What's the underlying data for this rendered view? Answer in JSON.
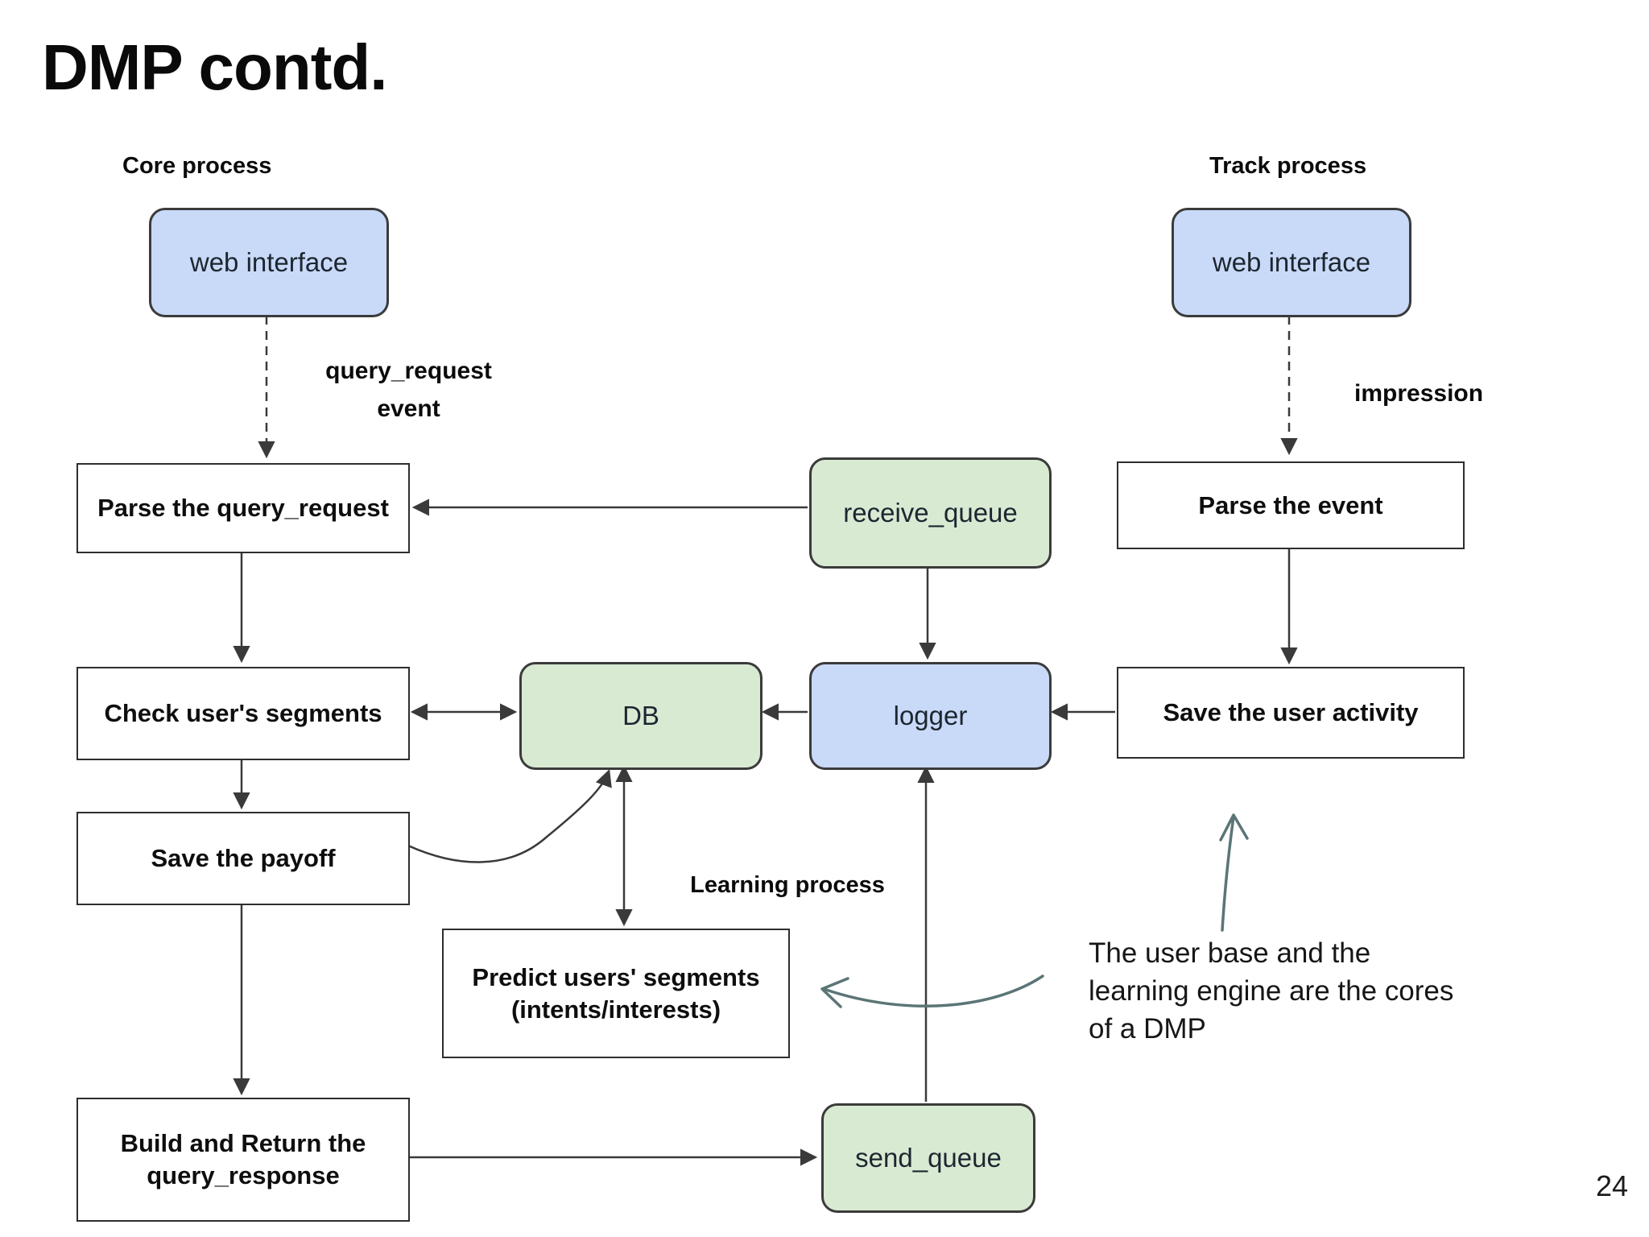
{
  "slide": {
    "title": "DMP contd.",
    "page_number": "24",
    "colors": {
      "process_box_fill": "#ffffff",
      "interface_box_fill": "#c9daf8",
      "queue_box_fill": "#d9ead3",
      "box_border": "#3b3b3b",
      "arrow": "#3a3a3a",
      "annotation_arrow": "#5b7576"
    }
  },
  "labels": {
    "core_process": "Core process",
    "track_process": "Track process",
    "learning_process": "Learning process",
    "query_request_event_line1": "query_request",
    "query_request_event_line2": "event",
    "impression": "impression"
  },
  "nodes": {
    "web_interface_core": "web interface",
    "web_interface_track": "web interface",
    "parse_query_request": "Parse the query_request",
    "receive_queue": "receive_queue",
    "parse_event": "Parse the event",
    "check_segments": "Check user's segments",
    "db": "DB",
    "logger": "logger",
    "save_activity": "Save the user activity",
    "save_payoff": "Save the payoff",
    "predict_line1": "Predict users' segments",
    "predict_line2": "(intents/interests)",
    "build_line1": "Build and Return the",
    "build_line2": "query_response",
    "send_queue": "send_queue"
  },
  "annotation": {
    "line1": "The user base and the",
    "line2": "learning engine are the cores",
    "line3": "of a DMP"
  }
}
